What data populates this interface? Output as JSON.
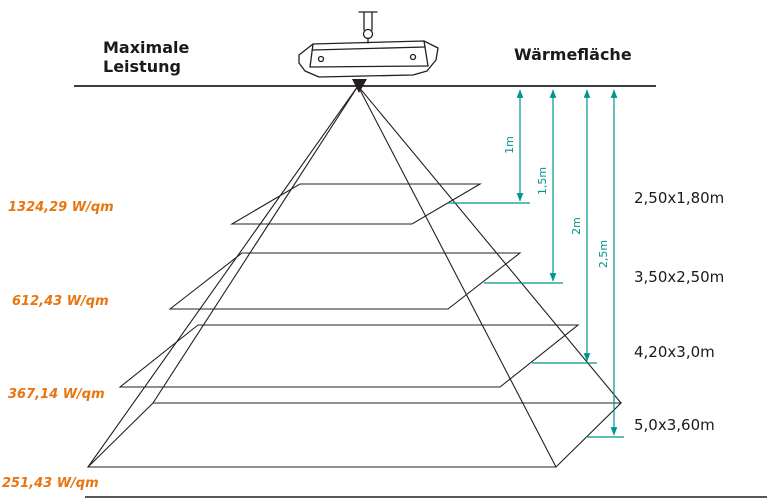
{
  "titles": {
    "max_power_line1": "Maximale",
    "max_power_line2": "Leistung",
    "heat_area": "Wärmefläche"
  },
  "power_density_labels": [
    "1324,29 W/qm",
    "612,43 W/qm",
    "367,14 W/qm",
    "251,43 W/qm"
  ],
  "mounting_height_labels": [
    "1m",
    "1,5m",
    "2m",
    "2,5m"
  ],
  "heat_area_size_labels": [
    "2,50x1,80m",
    "3,50x2,50m",
    "4,20x3,0m",
    "5,0x3,60m"
  ],
  "colors": {
    "power_label_orange": "#e87511",
    "dimension_teal": "#00948e",
    "line_black": "#231f20"
  }
}
